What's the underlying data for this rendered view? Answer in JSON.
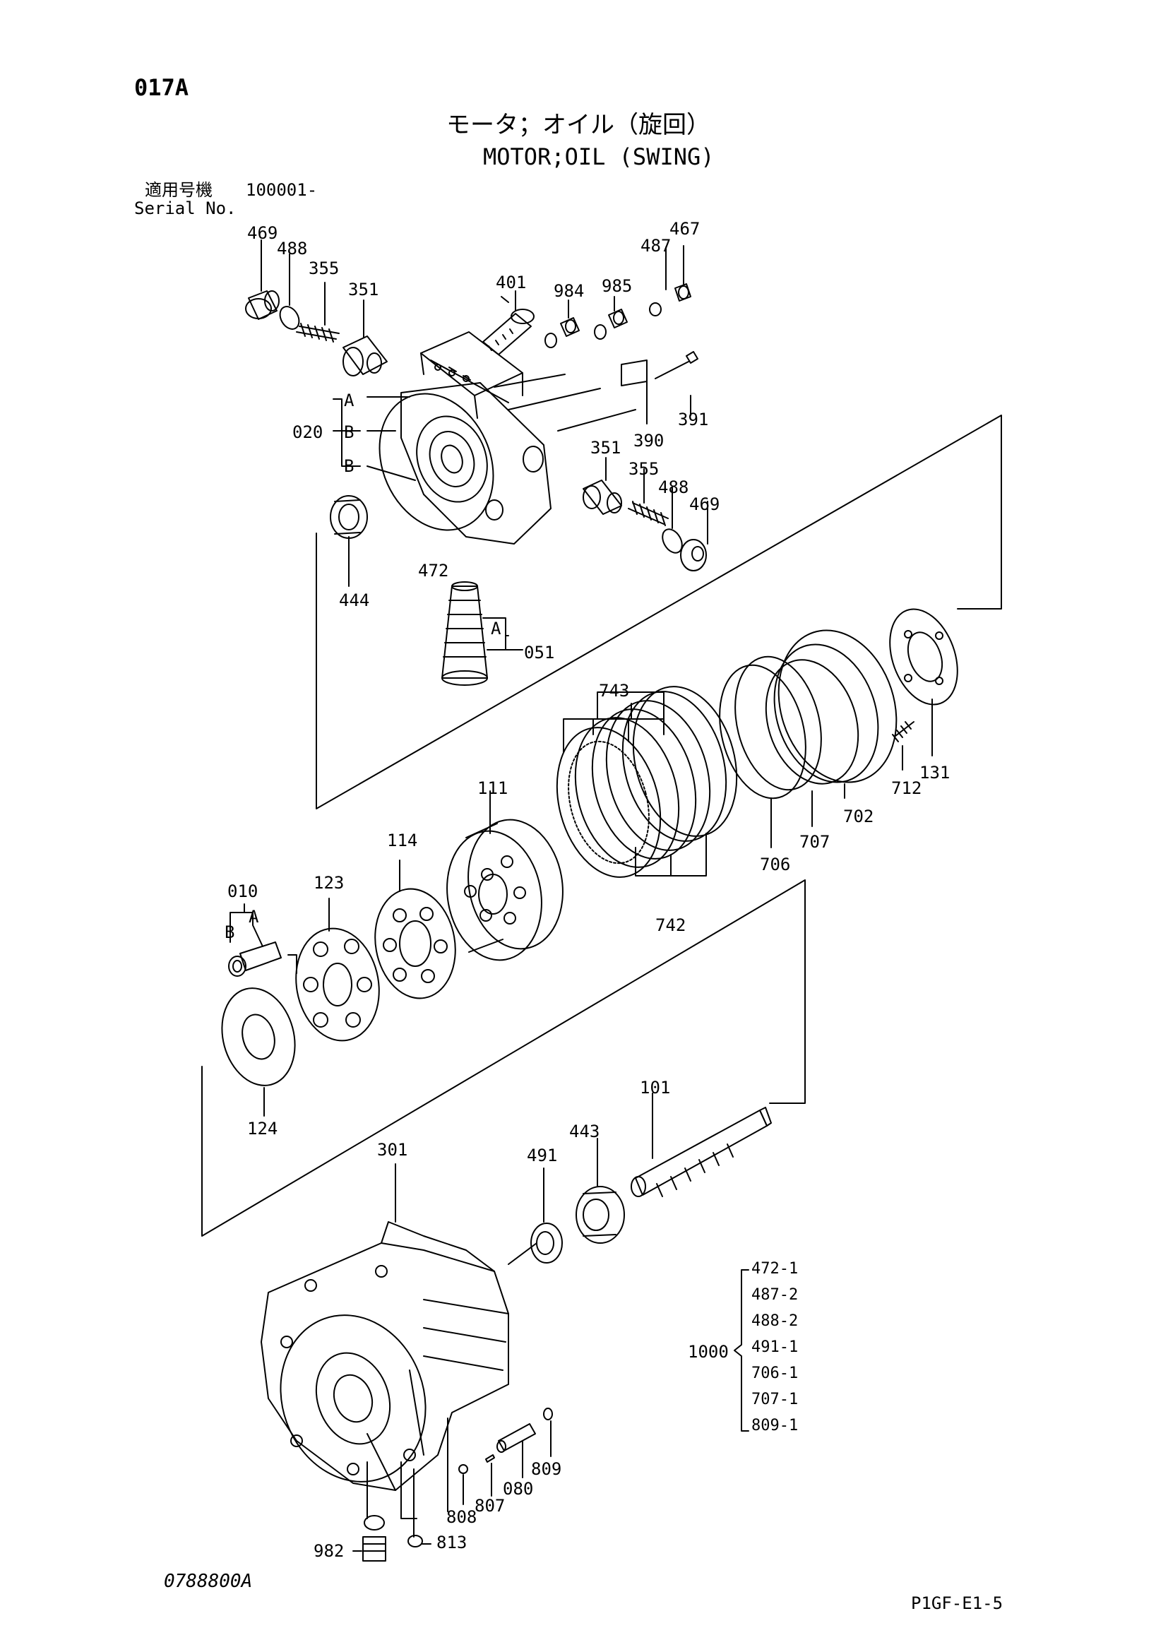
{
  "header": {
    "code": "017A",
    "title_jp": "モータ；オイル（旋回）",
    "title_en": "MOTOR;OIL (SWING)",
    "serial_jp": "適用号機",
    "serial_value": "100001-",
    "serial_en": "Serial No."
  },
  "parts": {
    "p469a": "469",
    "p488a": "488",
    "p355a": "355",
    "p351a": "351",
    "p401": "401",
    "p984": "984",
    "p985": "985",
    "p487": "487",
    "p467": "467",
    "p391": "391",
    "p390": "390",
    "pA1": "A",
    "pB1": "B",
    "pB2": "B",
    "p020": "020",
    "p351b": "351",
    "p355b": "355",
    "p488b": "488",
    "p469b": "469",
    "p444": "444",
    "p472": "472",
    "p051": "051",
    "pA2": "A",
    "p743": "743",
    "p111": "111",
    "p114": "114",
    "p123": "123",
    "p010": "010",
    "pA3": "A",
    "pB3": "B",
    "p131": "131",
    "p712": "712",
    "p702": "702",
    "p707": "707",
    "p706": "706",
    "p742": "742",
    "p124": "124",
    "p101": "101",
    "p443": "443",
    "p491": "491",
    "p301": "301",
    "p809": "809",
    "p080": "080",
    "p807": "807",
    "p808": "808",
    "p813": "813",
    "p982": "982"
  },
  "kit": {
    "number": "1000",
    "items": [
      "472-1",
      "487-2",
      "488-2",
      "491-1",
      "706-1",
      "707-1",
      "809-1"
    ]
  },
  "footer": {
    "drawing_no": "0788800A",
    "page_code": "P1GF-E1-5"
  }
}
